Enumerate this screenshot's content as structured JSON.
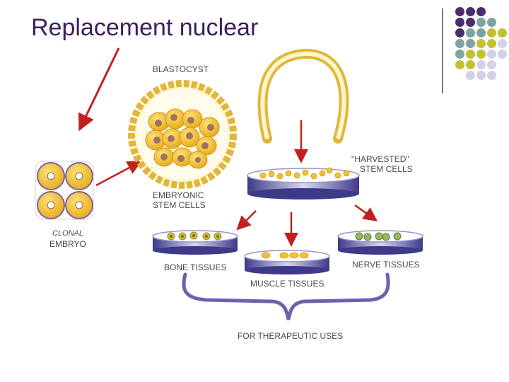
{
  "title": "Replacement nuclear",
  "labels": {
    "blastocyst": "BLASTOCYST",
    "harvested_1": "\"HARVESTED\"",
    "harvested_2": "STEM CELLS",
    "embryonic_1": "EMBRYONIC",
    "embryonic_2": "STEM CELLS",
    "clonal": "CLONAL",
    "embryo": "EMBRYO",
    "bone": "BONE TISSUES",
    "muscle": "MUSCLE TISSUES",
    "nerve": "NERVE TISSUES",
    "therapeutic": "FOR THERAPEUTIC USES"
  },
  "colors": {
    "title": "#3a1f5c",
    "arrow": "#c21f1f",
    "cell_yellow": "#f2c230",
    "cell_outline": "#c99a1a",
    "nucleus": "#a0745a",
    "dish_blue": "#5a52a8",
    "brace": "#6f5fb0",
    "dot_purple": "#4a2d6b",
    "dot_teal": "#7fa3a3",
    "dot_olive": "#c2c231",
    "dot_lilac": "#d2d2e6"
  }
}
